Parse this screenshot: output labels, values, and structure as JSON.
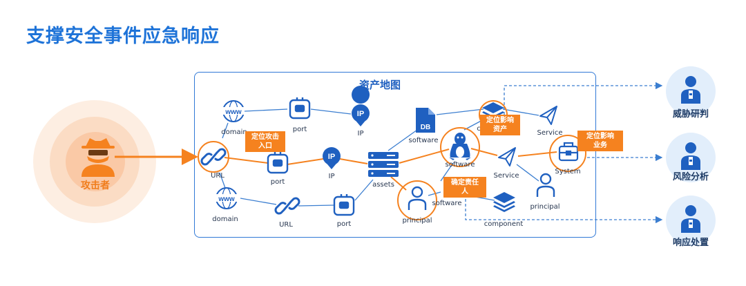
{
  "title": "支撑安全事件应急响应",
  "attacker": {
    "label": "攻击者",
    "icon": "hacker-icon"
  },
  "asset_map": {
    "title": "资产地图",
    "nodes": {
      "domain1": "domain",
      "port1": "port",
      "ip1": "IP",
      "ip1_badge": "IP",
      "url1": "URL",
      "port2": "port",
      "ip2": "IP",
      "ip2_badge": "IP",
      "domain2": "domain",
      "url2": "URL",
      "port3": "port",
      "assets": "assets",
      "software_db": "software",
      "db_badge": "DB",
      "software_linux": "software",
      "software3": "software",
      "principal1": "principal",
      "service1": "Service",
      "service2": "Service",
      "principal2": "principal",
      "system": "System",
      "component": "component",
      "layers_c": "c"
    },
    "callouts": {
      "entry": "定位攻击\n入口",
      "asset": "定位影响\n资产",
      "business": "定位影响\n业务",
      "owner": "确定责任\n人"
    }
  },
  "teams": [
    {
      "label": "威胁研判"
    },
    {
      "label": "风险分析"
    },
    {
      "label": "响应处置"
    }
  ],
  "colors": {
    "primary": "#1f60c0",
    "accent": "#f5821f",
    "line": "#3b7ed0"
  }
}
